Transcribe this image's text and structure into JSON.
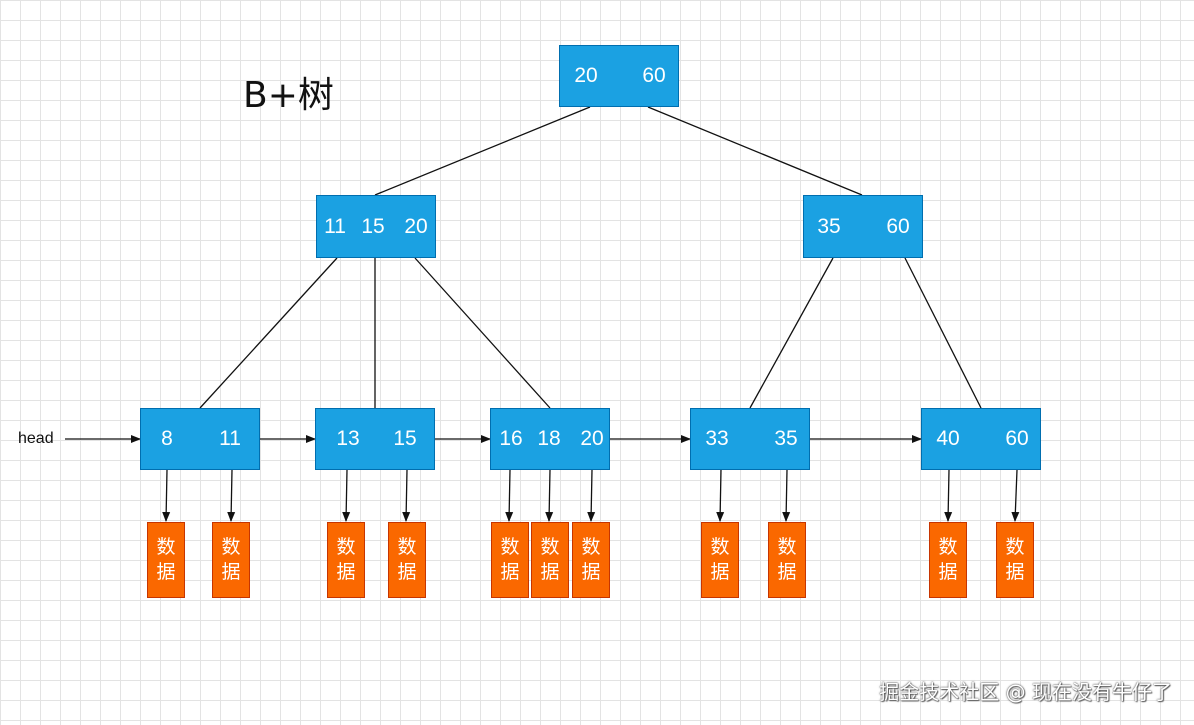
{
  "title": "B+树",
  "head_label": "head",
  "data_label": "数\n据",
  "watermark": "掘金技术社区 @ 现在没有牛仔了",
  "colors": {
    "index_node": "#1ba1e2",
    "data_block": "#fa6800",
    "edge": "#111111"
  },
  "nodes": {
    "root": [
      "20",
      "60"
    ],
    "internal_left": [
      "11",
      "15",
      "20"
    ],
    "internal_right": [
      "35",
      "60"
    ],
    "leaf_1": [
      "8",
      "11"
    ],
    "leaf_2": [
      "13",
      "15"
    ],
    "leaf_3": [
      "16",
      "18",
      "20"
    ],
    "leaf_4": [
      "33",
      "35"
    ],
    "leaf_5": [
      "40",
      "60"
    ]
  }
}
